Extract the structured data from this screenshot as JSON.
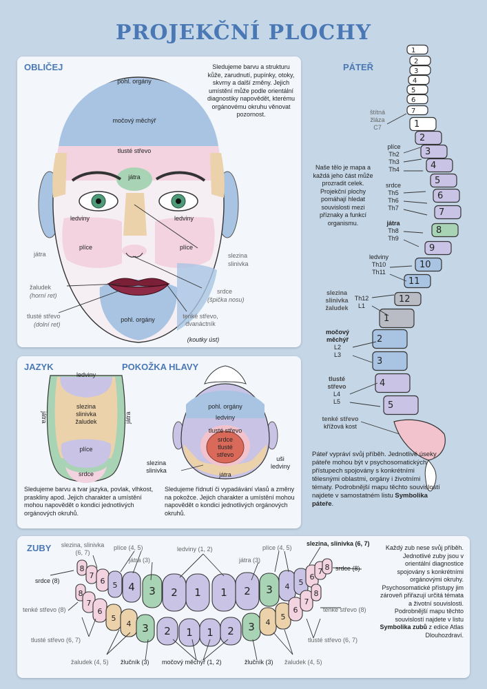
{
  "title": "PROJEKČNÍ PLOCHY",
  "face": {
    "heading": "OBLIČEJ",
    "text": "Sledujeme barvu a strukturu kůže, zarudnutí, pupínky, otoky, skvrny a další změny. Jejich umístění může podle orientální diagnostiky napovědět, kterému orgánovému okruhu věnovat pozornost.",
    "labels": {
      "bladder_top": "pohl. orgány",
      "bladder": "močový měchýř",
      "colon": "tlusté střevo",
      "liver_mid": "játra",
      "kidney_l": "ledviny",
      "kidney_r": "ledviny",
      "lungs_l": "plíce",
      "lungs_r": "plíce",
      "liver_side": "játra",
      "spleen": "slezina",
      "pancreas": "slinivka",
      "stomach": "žaludek",
      "stomach_note": "(horní ret)",
      "heart": "srdce",
      "heart_note": "(špička nosu)",
      "colon_low": "tlusté střevo",
      "colon_low_note": "(dolní ret)",
      "small_int": "tenké střevo, dvanáctník",
      "small_int_note": "(koutky úst)",
      "sex_chin": "pohl. orgány"
    }
  },
  "spine": {
    "heading": "PÁTEŘ",
    "intro": "Naše tělo je mapa a každá jeho část může prozradit celek. Projekční plochy pomáhají hledat souvislosti mezi příznaky a funkcí organismu.",
    "labels": [
      {
        "organ": "štítná žláza",
        "levels": [
          "C7"
        ]
      },
      {
        "organ": "plíce",
        "levels": [
          "Th2",
          "Th3",
          "Th4"
        ]
      },
      {
        "organ": "srdce",
        "levels": [
          "Th5",
          "Th6",
          "Th7"
        ]
      },
      {
        "organ": "játra",
        "levels": [
          "Th8",
          "Th9"
        ]
      },
      {
        "organ": "ledviny",
        "levels": [
          "Th10",
          "Th11"
        ]
      },
      {
        "organ": "slezina slinivka žaludek",
        "levels": [
          "Th12",
          "L1"
        ]
      },
      {
        "organ": "močový měchýř",
        "levels": [
          "L2",
          "L3"
        ]
      },
      {
        "organ": "tlusté střevo",
        "levels": [
          "L4",
          "L5"
        ]
      },
      {
        "organ": "tenké střevo",
        "levels": [
          "křížová kost"
        ]
      }
    ],
    "cervical_numbers": [
      "1",
      "2",
      "3",
      "4",
      "5",
      "6",
      "7"
    ],
    "thoracic_numbers": [
      "1",
      "2",
      "3",
      "4",
      "5",
      "6",
      "7",
      "8",
      "9",
      "10",
      "11",
      "12"
    ],
    "lumbar_numbers": [
      "1",
      "2",
      "3",
      "4",
      "5"
    ],
    "text_a": "Páteř vypráví svůj příběh. Jednotlivé úseky páteře mohou být v psychosomatických přístupech spojovány s konkrétními tělesnými oblastmi, orgány i životními tématy. Podrobnější mapu těchto souvislostí najdete v samostatném listu",
    "text_b": "Symbolika páteře",
    "text_c": "."
  },
  "tongue": {
    "heading": "JAZYK",
    "labels": {
      "top": "ledviny",
      "center": "slezina slinivka žaludek",
      "left": "játra",
      "right": "játra",
      "lungs": "plíce",
      "tip": "srdce"
    },
    "text": "Sledujeme barvu a tvar jazyka, povlak, vlhkost, praskliny apod. Jejich charakter a umístění mohou napovědět o kondici jednotlivých orgánových okruhů."
  },
  "scalp": {
    "heading": "POKOŽKA HLAVY",
    "labels": {
      "sex": "pohl. orgány",
      "kidney": "ledviny",
      "colon": "tlusté střevo",
      "center": "srdce tlusté střevo",
      "liver": "játra",
      "spleen": "slezina slinivka",
      "ears": "uši ledviny"
    },
    "text": "Sledujeme řídnutí či vypadávání vlasů a změny na pokožce. Jejich charakter a umístění mohou napovědět o kondici jednotlivých orgánových okruhů."
  },
  "teeth": {
    "heading": "ZUBY",
    "labels": {
      "spleen_l": "slezina, slinivka (6, 7)",
      "lungs_l": "plíce (4, 5)",
      "liver_l": "játra (3)",
      "kidney": "ledviny (1, 2)",
      "liver_r": "játra (3)",
      "lungs_r": "plíce (4, 5)",
      "spleen_r": "slezina, slinivka (6, 7)",
      "heart_l": "srdce (8)",
      "heart_r": "srdce (8)",
      "small_l": "tenké střevo (8)",
      "small_r": "tenké střevo (8)",
      "colon_l": "tlusté střevo (6, 7)",
      "colon_r": "tlusté střevo (6, 7)",
      "stomach_l": "žaludek (4, 5)",
      "gall_l": "žlučník (3)",
      "bladder": "močový měchýř (1, 2)",
      "gall_r": "žlučník (3)",
      "stomach_r": "žaludek (4, 5)"
    },
    "upper_numbers": [
      "8",
      "7",
      "6",
      "5",
      "4",
      "3",
      "2",
      "1",
      "1",
      "2",
      "3",
      "4",
      "5",
      "6",
      "7",
      "8"
    ],
    "lower_numbers": [
      "8",
      "7",
      "6",
      "5",
      "4",
      "3",
      "2",
      "1",
      "1",
      "2",
      "3",
      "4",
      "5",
      "6",
      "7",
      "8"
    ],
    "text_a": "Každý zub nese svůj příběh. Jednotlivé zuby jsou v orientální diagnostice spojovány s konkrétními orgánovými okruhy. Psychosomatické přístupy jim zároveň přiřazují určitá témata a životní souvislosti. Podrobnější mapu těchto souvislostí najdete v listu",
    "text_b": "Symbolika zubů",
    "text_c": "z edice Atlas Dlouhozdraví."
  },
  "colors": {
    "title": "#4a78b5",
    "blue": "#a9c4e3",
    "pink": "#f2d3df",
    "tan": "#ecd2aa",
    "green": "#a8d3b4",
    "lavender": "#c9c3e6",
    "grey": "#b9bcc4",
    "red": "#d96a5a"
  }
}
